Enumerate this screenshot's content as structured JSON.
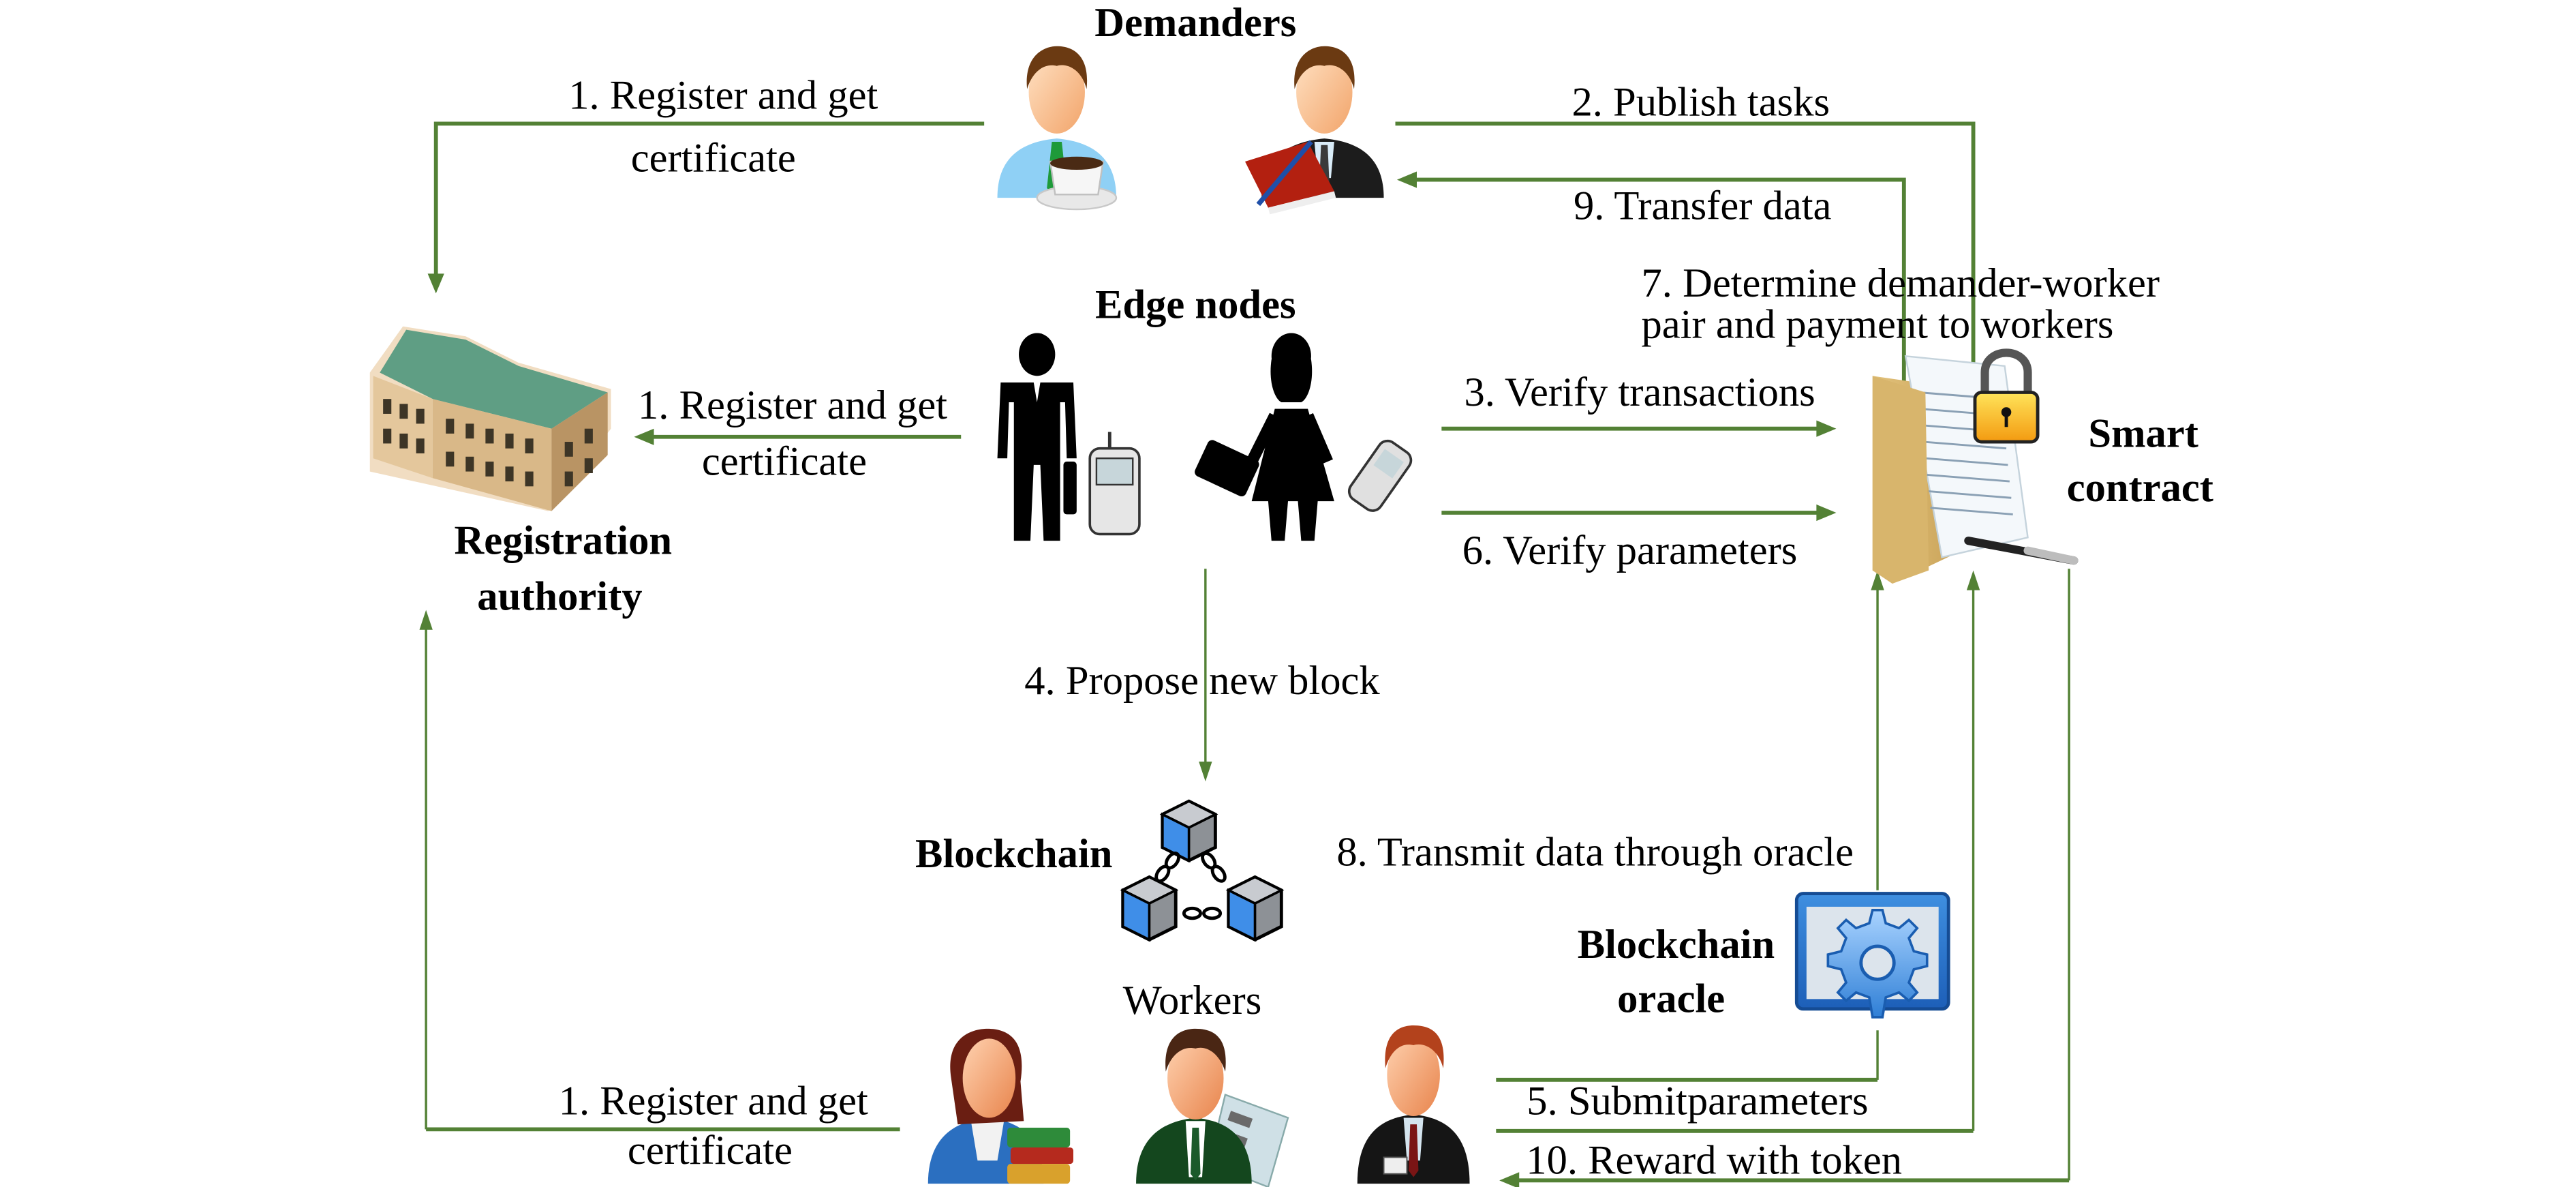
{
  "colors": {
    "arrow": "#538135",
    "text": "#000000",
    "background": "#ffffff"
  },
  "entities": {
    "demanders": "Demanders",
    "edge_nodes": "Edge nodes",
    "registration_authority": [
      "Registration",
      "authority"
    ],
    "smart_contract": [
      "Smart",
      "contract"
    ],
    "blockchain": "Blockchain",
    "blockchain_oracle": [
      "Blockchain",
      "oracle"
    ],
    "workers": "Workers"
  },
  "steps": {
    "register_demanders": [
      "1. Register and get",
      "certificate"
    ],
    "register_edge": [
      "1. Register and get",
      "certificate"
    ],
    "register_workers": [
      "1. Register and get",
      "certificate"
    ],
    "publish_tasks": "2. Publish tasks",
    "verify_transactions": "3. Verify transactions",
    "propose_block": "4. Propose new block",
    "submit_parameters": "5. Submitparameters",
    "verify_parameters": "6. Verify parameters",
    "determine_pair": [
      "7. Determine demander-worker",
      "pair and payment to workers"
    ],
    "transmit_oracle": "8. Transmit data through oracle",
    "transfer_data": "9. Transfer data",
    "reward_token": "10. Reward with token"
  },
  "icons": {
    "demander_1": "businessman-coffee-icon",
    "demander_2": "businessman-notebook-icon",
    "edge_node_1": "man-phone-pictogram-icon",
    "edge_node_2": "woman-briefcase-pictogram-icon",
    "registration_authority": "building-icon",
    "smart_contract": "locked-folder-contract-icon",
    "blockchain": "chained-blocks-icon",
    "oracle": "gear-window-icon",
    "worker_1": "woman-books-icon",
    "worker_2": "man-checklist-icon",
    "worker_3": "man-badge-icon"
  }
}
